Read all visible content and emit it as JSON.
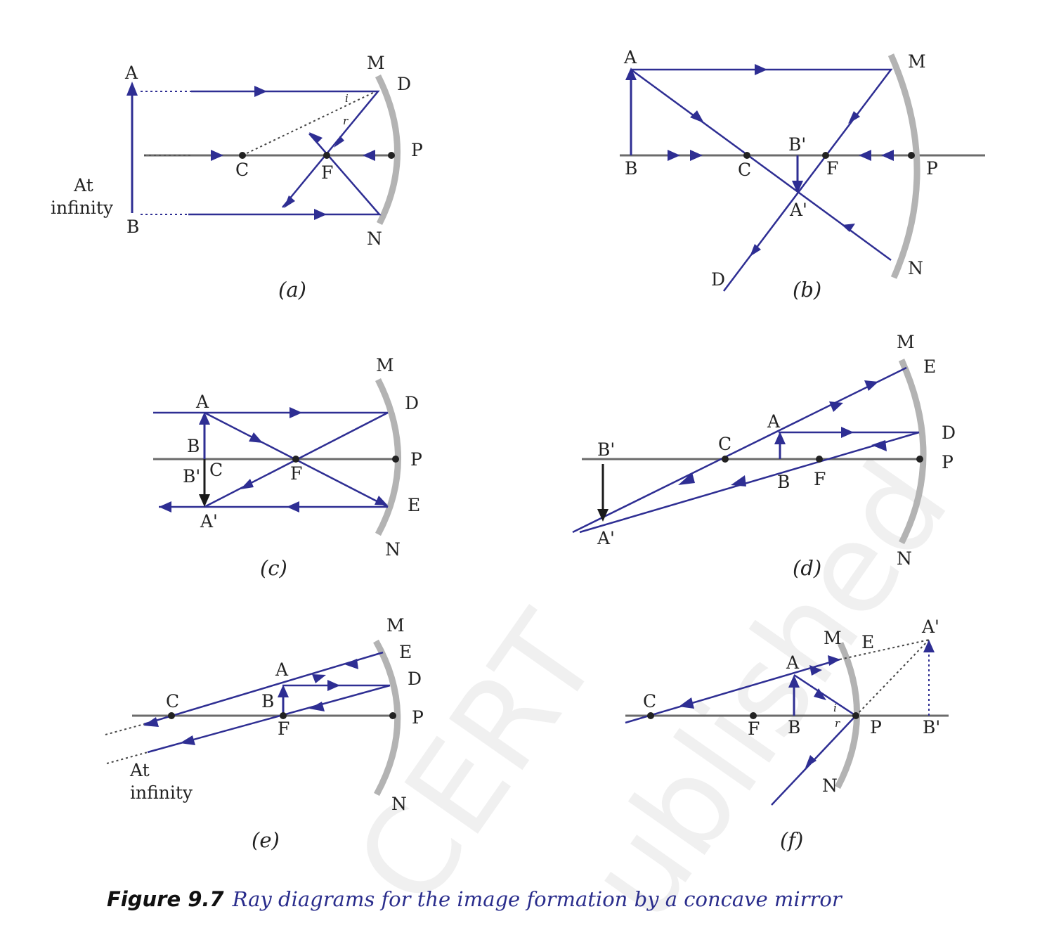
{
  "colors": {
    "ray": "#2e2e93",
    "axis": "#6b6b6b",
    "mirror": "#b3b3b3",
    "object": "#2e2e93",
    "image": "#1a1a1a"
  },
  "watermark": {
    "line1": "CERT",
    "line2": "ublished"
  },
  "caption": {
    "label": "Figure 9.7",
    "text": "Ray diagrams for the image formation by a concave mirror"
  },
  "panels": {
    "a": {
      "sub": "(a)",
      "A": "A",
      "B": "B",
      "M": "M",
      "D": "D",
      "P": "P",
      "N": "N",
      "C": "C",
      "F": "F",
      "i": "i",
      "r": "r",
      "inf1": "At",
      "inf2": "infinity"
    },
    "b": {
      "sub": "(b)",
      "A": "A",
      "B": "B",
      "M": "M",
      "P": "P",
      "N": "N",
      "C": "C",
      "F": "F",
      "Bp": "B'",
      "Ap": "A'",
      "D": "D"
    },
    "c": {
      "sub": "(c)",
      "A": "A",
      "B": "B",
      "Bp": "B'",
      "C": "C",
      "F": "F",
      "Ap": "A'",
      "M": "M",
      "D": "D",
      "P": "P",
      "E": "E",
      "N": "N"
    },
    "d": {
      "sub": "(d)",
      "M": "M",
      "E": "E",
      "A": "A",
      "D": "D",
      "Bp": "B'",
      "C": "C",
      "P": "P",
      "B": "B",
      "F": "F",
      "Ap": "A'",
      "N": "N"
    },
    "e": {
      "sub": "(e)",
      "M": "M",
      "E": "E",
      "A": "A",
      "D": "D",
      "C": "C",
      "B": "B",
      "P": "P",
      "F": "F",
      "N": "N",
      "inf1": "At",
      "inf2": "infinity"
    },
    "f": {
      "sub": "(f)",
      "M": "M",
      "E": "E",
      "Ap": "A'",
      "A": "A",
      "C": "C",
      "F": "F",
      "B": "B",
      "P": "P",
      "Bp": "B'",
      "N": "N",
      "i": "i",
      "r": "r"
    }
  }
}
